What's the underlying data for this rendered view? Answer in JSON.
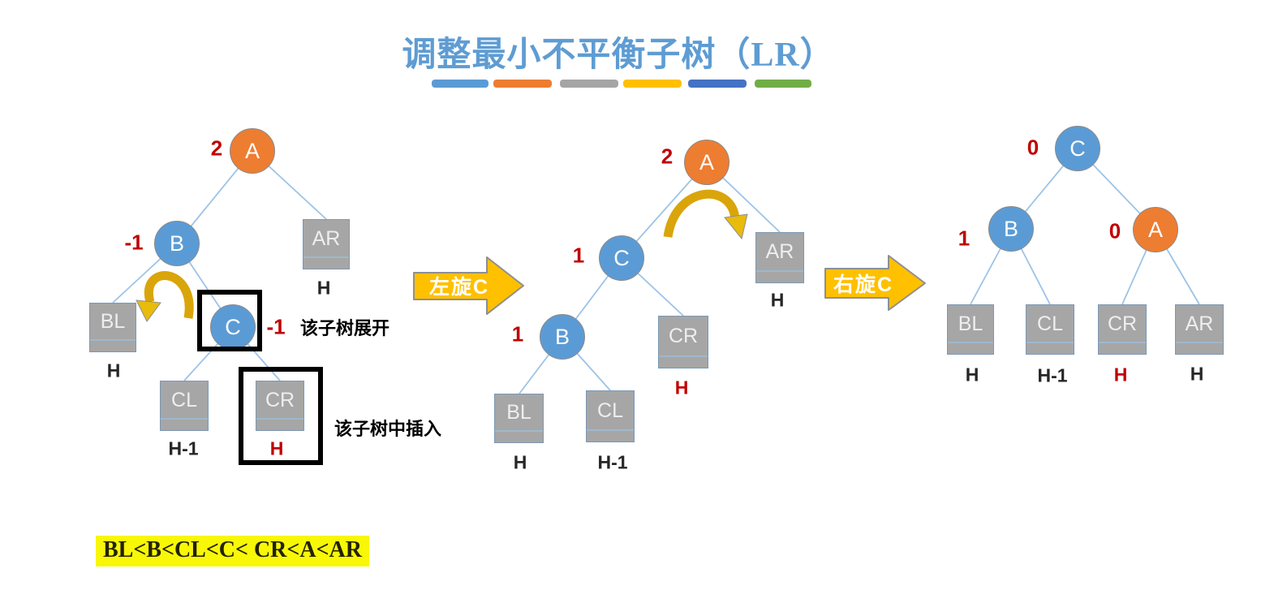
{
  "title": {
    "text": "调整最小不平衡子树（LR）",
    "color": "#5E9CD3"
  },
  "divider_bars": [
    {
      "color": "#5B9BD5",
      "css": "background:#5B9BD5"
    },
    {
      "color": "#ED7D31",
      "css": "background:#ED7D31"
    },
    {
      "color": "#A5A5A5",
      "css": "background:#A5A5A5"
    },
    {
      "color": "#FFC000",
      "css": "background:#FFC000"
    },
    {
      "color": "#4472C4",
      "css": "background:#4472C4"
    },
    {
      "color": "#70AD47",
      "css": "background:#70AD47"
    }
  ],
  "step_arrows": {
    "left": {
      "label": "左旋C",
      "fill": "#FFC000"
    },
    "right": {
      "label": "右旋C",
      "fill": "#FFC000"
    }
  },
  "annotations": {
    "expand": "该子树展开",
    "insert": "该子树中插入"
  },
  "formula": {
    "text": "BL<B<CL<C< CR<A<AR",
    "highlight": "#F8F708"
  },
  "colors": {
    "circle_blue": "#5B9BD5",
    "circle_orange": "#ED7D31",
    "box_gray": "#A6A6A6",
    "box_border": "#7C98B3",
    "edge_blue": "#9DC3E6",
    "balance_red": "#C00000",
    "curve_arrow_gold": "#D9A50A",
    "frame_black": "#000000"
  },
  "tree_before": {
    "A": {
      "label": "A",
      "bf": "2"
    },
    "B": {
      "label": "B",
      "bf": "-1"
    },
    "C": {
      "label": "C",
      "bf": "-1"
    },
    "AR": {
      "label": "AR",
      "h": "H"
    },
    "BL": {
      "label": "BL",
      "h": "H"
    },
    "CL": {
      "label": "CL",
      "h": "H-1"
    },
    "CR": {
      "label": "CR",
      "h": "H"
    }
  },
  "tree_mid": {
    "A": {
      "label": "A",
      "bf": "2"
    },
    "C": {
      "label": "C",
      "bf": "1"
    },
    "B": {
      "label": "B",
      "bf": "1"
    },
    "AR": {
      "label": "AR",
      "h": "H"
    },
    "CR": {
      "label": "CR",
      "h": "H"
    },
    "BL": {
      "label": "BL",
      "h": "H"
    },
    "CL": {
      "label": "CL",
      "h": "H-1"
    }
  },
  "tree_after": {
    "C": {
      "label": "C",
      "bf": "0"
    },
    "B": {
      "label": "B",
      "bf": "1"
    },
    "A": {
      "label": "A",
      "bf": "0"
    },
    "BL": {
      "label": "BL",
      "h": "H"
    },
    "CL": {
      "label": "CL",
      "h": "H-1"
    },
    "CR": {
      "label": "CR",
      "h": "H"
    },
    "AR": {
      "label": "AR",
      "h": "H"
    }
  }
}
